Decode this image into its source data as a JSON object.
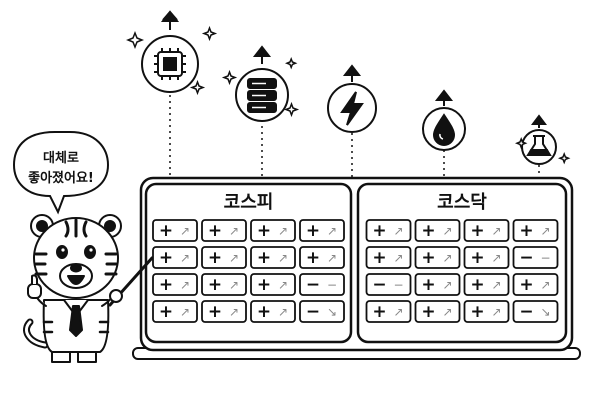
{
  "speech_bubble": {
    "line1": "대체로",
    "line2": "좋아졌어요!"
  },
  "sectors": [
    {
      "name": "semiconductor-chip",
      "icon": "chip-icon",
      "trend": "up"
    },
    {
      "name": "server",
      "icon": "server-icon",
      "trend": "up"
    },
    {
      "name": "energy",
      "icon": "lightning-icon",
      "trend": "up"
    },
    {
      "name": "oil",
      "icon": "oil-drop-icon",
      "trend": "up"
    },
    {
      "name": "bio-chemistry",
      "icon": "flask-icon",
      "trend": "up"
    }
  ],
  "panels": [
    {
      "title": "코스피",
      "rows": [
        [
          {
            "sign": "+",
            "arrow": "↗"
          },
          {
            "sign": "+",
            "arrow": "↗"
          },
          {
            "sign": "+",
            "arrow": "↗"
          },
          {
            "sign": "+",
            "arrow": "↗"
          }
        ],
        [
          {
            "sign": "+",
            "arrow": "↗"
          },
          {
            "sign": "+",
            "arrow": "↗"
          },
          {
            "sign": "+",
            "arrow": "↗"
          },
          {
            "sign": "+",
            "arrow": "↗"
          }
        ],
        [
          {
            "sign": "+",
            "arrow": "↗"
          },
          {
            "sign": "+",
            "arrow": "↗"
          },
          {
            "sign": "+",
            "arrow": "↗"
          },
          {
            "sign": "−",
            "arrow": "−"
          }
        ],
        [
          {
            "sign": "+",
            "arrow": "↗"
          },
          {
            "sign": "+",
            "arrow": "↗"
          },
          {
            "sign": "+",
            "arrow": "↗"
          },
          {
            "sign": "−",
            "arrow": "↘"
          }
        ]
      ]
    },
    {
      "title": "코스닥",
      "rows": [
        [
          {
            "sign": "+",
            "arrow": "↗"
          },
          {
            "sign": "+",
            "arrow": "↗"
          },
          {
            "sign": "+",
            "arrow": "↗"
          },
          {
            "sign": "+",
            "arrow": "↗"
          }
        ],
        [
          {
            "sign": "+",
            "arrow": "↗"
          },
          {
            "sign": "+",
            "arrow": "↗"
          },
          {
            "sign": "+",
            "arrow": "↗"
          },
          {
            "sign": "−",
            "arrow": "−"
          }
        ],
        [
          {
            "sign": "−",
            "arrow": "−"
          },
          {
            "sign": "+",
            "arrow": "↗"
          },
          {
            "sign": "+",
            "arrow": "↗"
          },
          {
            "sign": "+",
            "arrow": "↗"
          }
        ],
        [
          {
            "sign": "+",
            "arrow": "↗"
          },
          {
            "sign": "+",
            "arrow": "↗"
          },
          {
            "sign": "+",
            "arrow": "↗"
          },
          {
            "sign": "−",
            "arrow": "↘"
          }
        ]
      ]
    }
  ],
  "colors": {
    "ink": "#111111",
    "arrow_gray": "#888888",
    "background": "#ffffff"
  }
}
